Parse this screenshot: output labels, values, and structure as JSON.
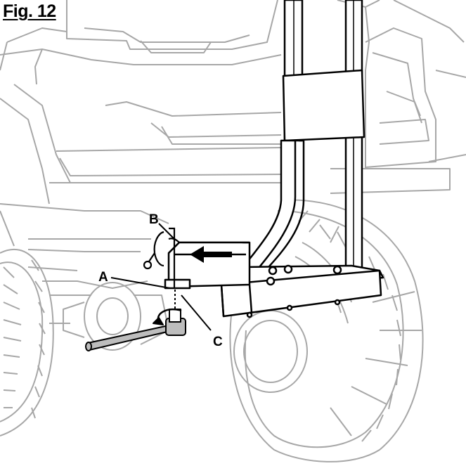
{
  "figure": {
    "title": "Fig. 12",
    "callouts": {
      "a": "A",
      "b": "B",
      "c": "C"
    }
  }
}
